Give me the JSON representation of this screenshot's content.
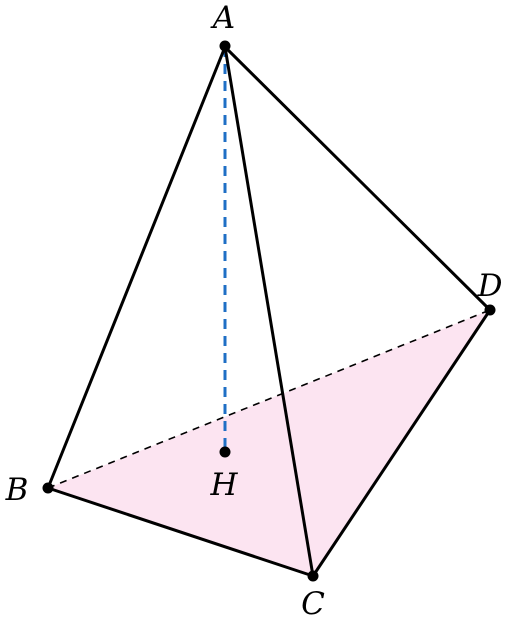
{
  "figure": {
    "points": {
      "A": {
        "label": "A"
      },
      "B": {
        "label": "B"
      },
      "C": {
        "label": "C"
      },
      "D": {
        "label": "D"
      },
      "H": {
        "label": "H"
      }
    },
    "colors": {
      "edge": "#000000",
      "hidden_edge": "#000000",
      "altitude": "#1f6fc5",
      "base_fill": "#fce4f1",
      "point": "#000000"
    }
  }
}
